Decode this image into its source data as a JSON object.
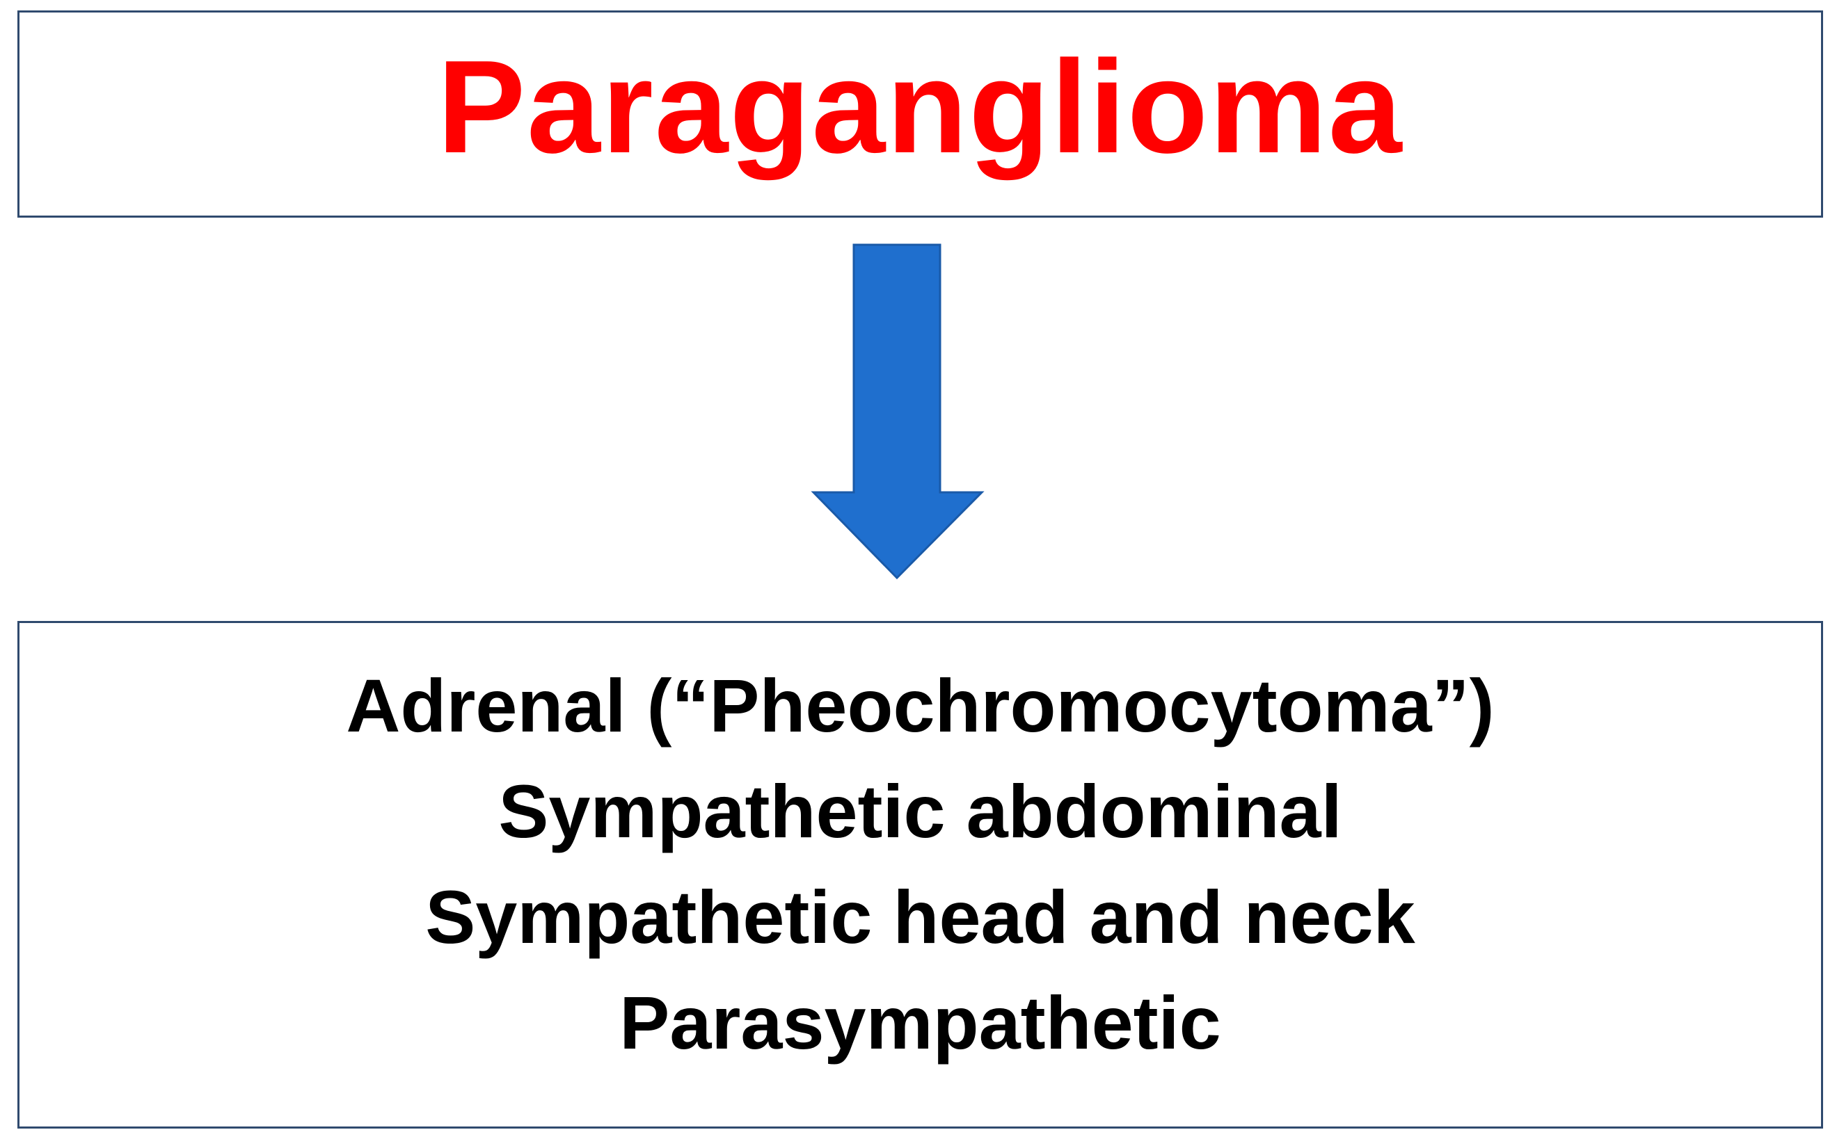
{
  "header": {
    "title": "Paraganglioma"
  },
  "arrow": {
    "icon": "down-arrow-icon",
    "color": "#1f6fce"
  },
  "subtypes": {
    "items": [
      "Adrenal (“Pheochromocytoma”)",
      "Sympathetic abdominal",
      "Sympathetic head and neck",
      "Parasympathetic"
    ]
  },
  "colors": {
    "title": "#ff0000",
    "text": "#000000",
    "border": "#2f4a6e"
  }
}
